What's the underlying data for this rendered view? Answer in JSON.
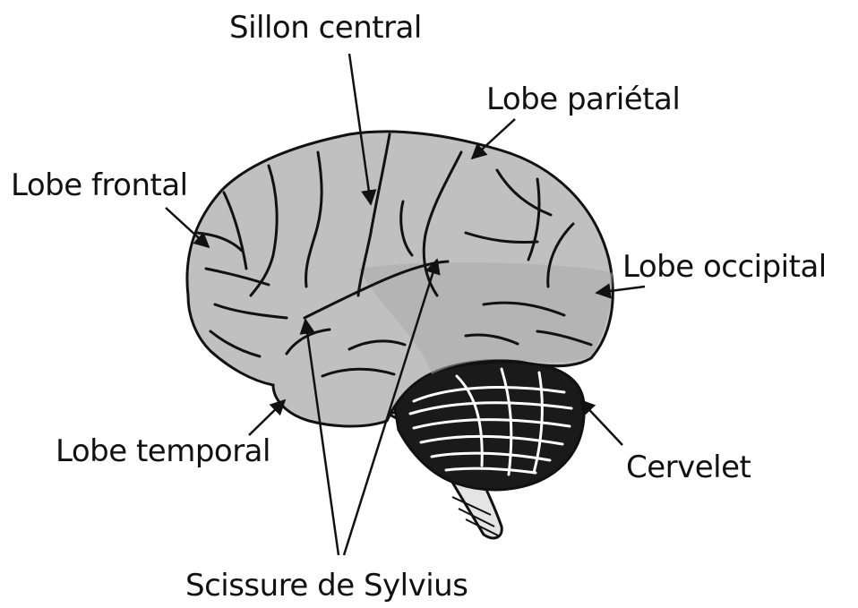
{
  "labels": {
    "sillon_central": "Sillon central",
    "lobe_parietal": "Lobe pariétal",
    "lobe_frontal": "Lobe frontal",
    "lobe_occipital": "Lobe occipital",
    "lobe_temporal": "Lobe temporal",
    "cervelet": "Cervelet",
    "scissure_de_sylvius": "Scissure de Sylvius"
  },
  "colors": {
    "cortex_fill": "#c0c0c0",
    "cortex_shade": "#a9a9a9",
    "outline": "#111111",
    "cerebellum_fill": "#1a1a1a",
    "brainstem_fill": "#e4e4e4",
    "background": "#ffffff"
  }
}
